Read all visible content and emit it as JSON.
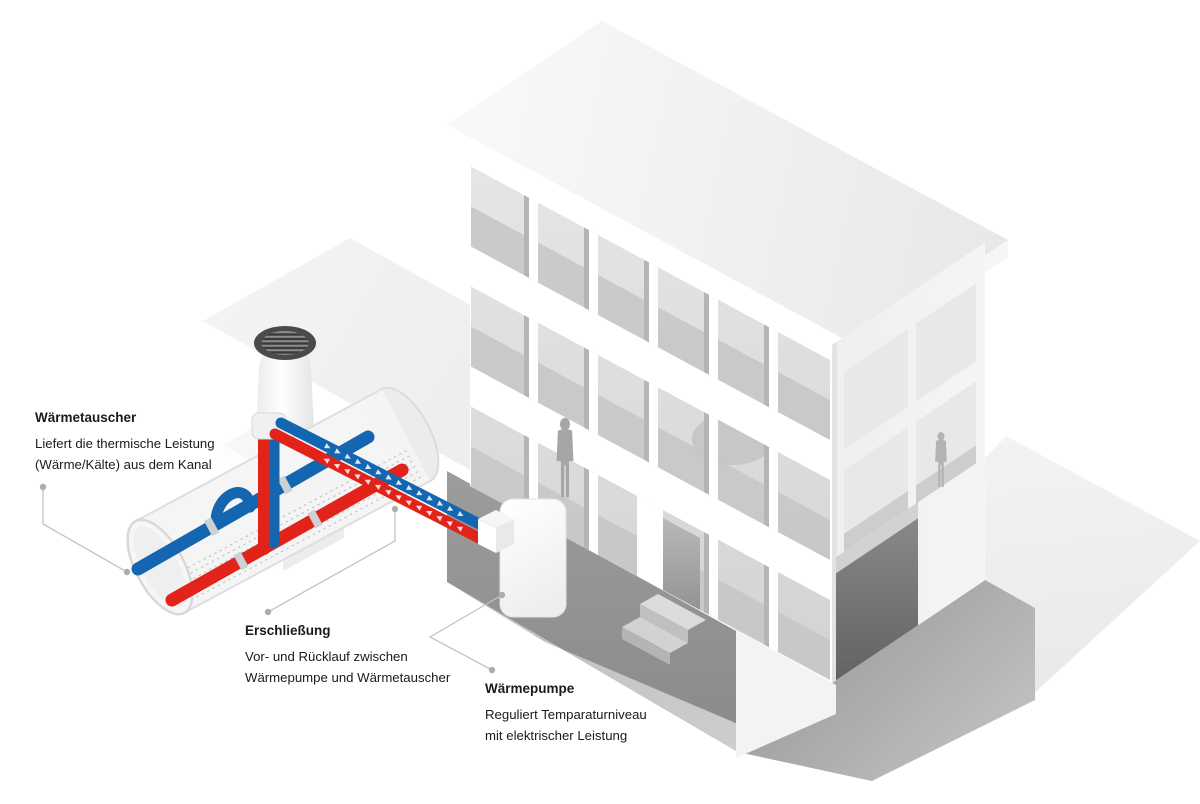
{
  "callouts": [
    {
      "id": "waermetauscher",
      "title": "Wärmetauscher",
      "line1": "Liefert die thermische Leistung",
      "line2": "(Wärme/Kälte) aus dem Kanal"
    },
    {
      "id": "erschliessung",
      "title": "Erschließung",
      "line1": "Vor- und Rücklauf zwischen",
      "line2": "Wärmepumpe und Wärmetauscher"
    },
    {
      "id": "waermepumpe",
      "title": "Wärmepumpe",
      "line1": "Reguliert Temparaturniveau",
      "line2": "mit elektrischer Leistung"
    }
  ],
  "icons": {
    "vent-grate-icon": "dark ellipse manhole grate with horizontal slats",
    "person-silhouette": "standing human figure",
    "flow-arrow": "small white chevron on pipe"
  },
  "colors": {
    "pipe_supply_blue": "#1566b0",
    "pipe_return_red": "#e2231a",
    "collar_gray": "#ccd1d5",
    "text": "#1a1a1a",
    "leader": "#c4c4c4",
    "leader_dot": "#adadad",
    "ground": "#f1f1f1",
    "ground_right": "#f0f0f0",
    "pit_wall": "#949494",
    "pit_floor": "#c6c6c6",
    "glass": "#dcdcdc",
    "glass_floor_strip": "#c6c6c6",
    "wall_white": "#ffffff",
    "wall_right": "#f2f2f2",
    "garage_dark": "#7a7a7a",
    "grate_dark": "#4a4a4a",
    "person_gray": "#a6a6a6",
    "tunnel_body": "#f4f4f4",
    "tunnel_rim": "#dedede"
  }
}
